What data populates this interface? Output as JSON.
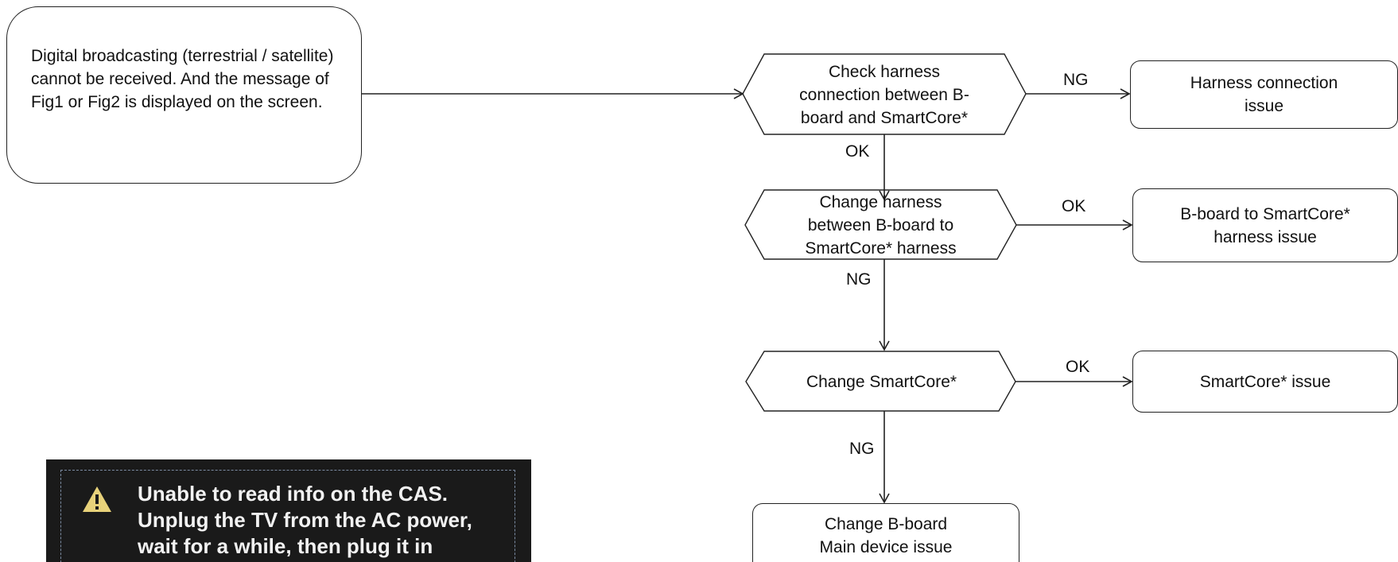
{
  "start_box": "Digital broadcasting (terrestrial / satellite) cannot be received. And the message of Fig1 or Fig2 is displayed on the screen.",
  "steps": [
    {
      "text": "Check harness\nconnection between B-\nboard and SmartCore*"
    },
    {
      "text": "Change harness\nbetween B-board to\nSmartCore* harness"
    },
    {
      "text": "Change SmartCore*"
    }
  ],
  "results": [
    {
      "text": "Harness connection\nissue"
    },
    {
      "text": "B-board to SmartCore*\nharness issue"
    },
    {
      "text": "SmartCore* issue"
    },
    {
      "text": "Change B-board\nMain device issue"
    }
  ],
  "labels": {
    "ng1": "NG",
    "ok1": "OK",
    "ok2": "OK",
    "ng2": "NG",
    "ok3": "OK",
    "ng3": "NG"
  },
  "screen_message": {
    "icon": "warning-icon",
    "text": "Unable to read info on the CAS.\nUnplug the TV from the AC power,\nwait for a while, then plug it in"
  }
}
